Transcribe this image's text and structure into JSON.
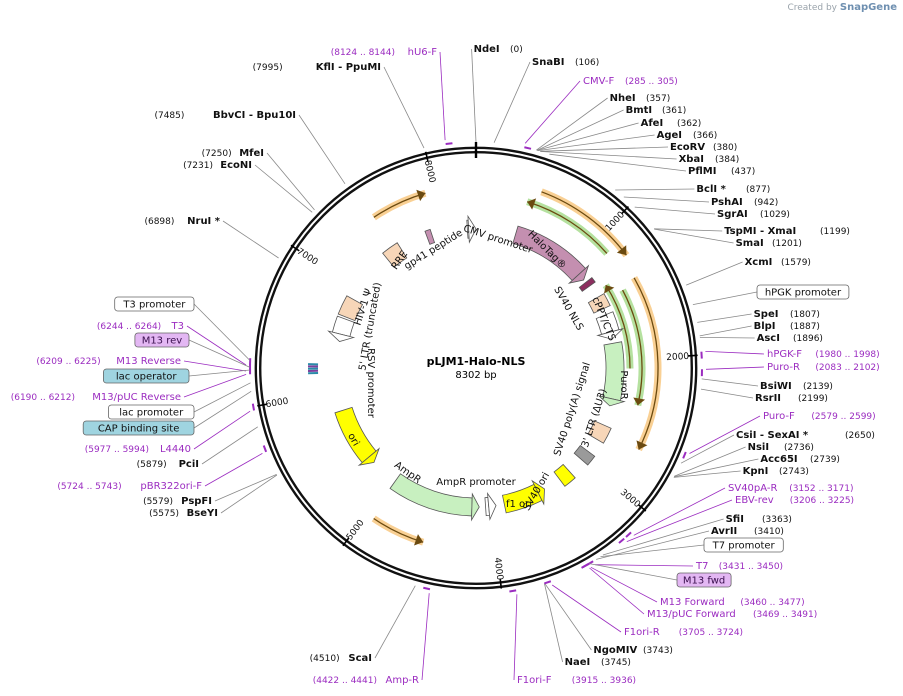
{
  "credit": {
    "prefix": "Created by",
    "brand": "SnapGene"
  },
  "plasmid": {
    "name": "pLJM1-Halo-NLS",
    "size_label": "8302 bp",
    "length": 8302
  },
  "colors": {
    "enzyme": "#111111",
    "primer": "#9b2cc0",
    "leader": "#888888",
    "backbone": "#111111",
    "orange_arrow": "#f4a93c",
    "green_arrow": "#78c850"
  },
  "ticks": [
    "1000",
    "2000",
    "3000",
    "4000",
    "5000",
    "6000",
    "7000",
    "8000"
  ],
  "enzymes": [
    {
      "label": "NdeI",
      "pos": "(0)"
    },
    {
      "label": "SnaBI",
      "pos": "(106)"
    },
    {
      "label": "NheI",
      "pos": "(357)"
    },
    {
      "label": "BmtI",
      "pos": "(361)"
    },
    {
      "label": "AfeI",
      "pos": "(362)"
    },
    {
      "label": "AgeI",
      "pos": "(366)"
    },
    {
      "label": "EcoRV",
      "pos": "(380)"
    },
    {
      "label": "XbaI",
      "pos": "(384)"
    },
    {
      "label": "PflMI",
      "pos": "(437)"
    },
    {
      "label": "BclI *",
      "pos": "(877)"
    },
    {
      "label": "PshAI",
      "pos": "(942)"
    },
    {
      "label": "SgrAI",
      "pos": "(1029)"
    },
    {
      "label": "TspMI  - XmaI",
      "pos": "(1199)"
    },
    {
      "label": "SmaI",
      "pos": "(1201)"
    },
    {
      "label": "XcmI",
      "pos": "(1579)"
    },
    {
      "label": "SpeI",
      "pos": "(1807)"
    },
    {
      "label": "BlpI",
      "pos": "(1887)"
    },
    {
      "label": "AscI",
      "pos": "(1896)"
    },
    {
      "label": "BsiWI",
      "pos": "(2139)"
    },
    {
      "label": "RsrII",
      "pos": "(2199)"
    },
    {
      "label": "CsiI  - SexAI *",
      "pos": "(2650)"
    },
    {
      "label": "NsiI",
      "pos": "(2736)"
    },
    {
      "label": "Acc65I",
      "pos": "(2739)"
    },
    {
      "label": "KpnI",
      "pos": "(2743)"
    },
    {
      "label": "SfiI",
      "pos": "(3363)"
    },
    {
      "label": "AvrII",
      "pos": "(3410)"
    },
    {
      "label": "NgoMIV",
      "pos": "(3743)"
    },
    {
      "label": "NaeI",
      "pos": "(3745)"
    },
    {
      "label": "ScaI",
      "pos": "(4510)"
    },
    {
      "label": "BseYI",
      "pos": "(5575)"
    },
    {
      "label": "PspFI",
      "pos": "(5579)"
    },
    {
      "label": "PciI",
      "pos": "(5879)"
    },
    {
      "label": "NruI *",
      "pos": "(6898)"
    },
    {
      "label": "EcoNI",
      "pos": "(7231)"
    },
    {
      "label": "MfeI",
      "pos": "(7250)"
    },
    {
      "label": "BbvCI   - Bpu10I",
      "pos": "(7485)"
    },
    {
      "label": "KflI   - PpuMI",
      "pos": "(7995)"
    }
  ],
  "primers": [
    {
      "label": "hU6-F",
      "range": "(8124 .. 8144)"
    },
    {
      "label": "CMV-F",
      "range": "(285 .. 305)"
    },
    {
      "label": "hPGK-F",
      "range": "(1980 .. 1998)"
    },
    {
      "label": "Puro-R",
      "range": "(2083 .. 2102)"
    },
    {
      "label": "Puro-F",
      "range": "(2579 .. 2599)"
    },
    {
      "label": "SV40pA-R",
      "range": "(3152 .. 3171)"
    },
    {
      "label": "EBV-rev",
      "range": "(3206 .. 3225)"
    },
    {
      "label": "T7",
      "range": "(3431 .. 3450)"
    },
    {
      "label": "M13 Forward",
      "range": "(3460 .. 3477)"
    },
    {
      "label": "M13/pUC Forward",
      "range": "(3469 .. 3491)"
    },
    {
      "label": "F1ori-R",
      "range": "(3705 .. 3724)"
    },
    {
      "label": "F1ori-F",
      "range": "(3915 .. 3936)"
    },
    {
      "label": "Amp-R",
      "range": "(4422 .. 4441)"
    },
    {
      "label": "pBR322ori-F",
      "range": "(5724 .. 5743)"
    },
    {
      "label": "L4440",
      "range": "(5977 .. 5994)"
    },
    {
      "label": "M13/pUC Reverse",
      "range": "(6190 .. 6212)"
    },
    {
      "label": "M13 Reverse",
      "range": "(6209 .. 6225)"
    },
    {
      "label": "T3",
      "range": "(6244 .. 6264)"
    }
  ],
  "boxed_features": [
    {
      "label": "hPGK promoter",
      "kind": "white"
    },
    {
      "label": "T7 promoter",
      "kind": "white"
    },
    {
      "label": "M13 fwd",
      "kind": "purple"
    },
    {
      "label": "T3 promoter",
      "kind": "white"
    },
    {
      "label": "M13 rev",
      "kind": "purple"
    },
    {
      "label": "lac operator",
      "kind": "teal"
    },
    {
      "label": "lac promoter",
      "kind": "white"
    },
    {
      "label": "CAP binding site",
      "kind": "teal"
    }
  ],
  "features": [
    {
      "label": "CMV promoter"
    },
    {
      "label": "HaloTag®"
    },
    {
      "label": "SV40 NLS"
    },
    {
      "label": "cPPT/CTS"
    },
    {
      "label": "PuroR"
    },
    {
      "label": "SV40 poly(A) signal"
    },
    {
      "label": "3' LTR (ΔU3)"
    },
    {
      "label": "SV40 ori"
    },
    {
      "label": "f1 ori"
    },
    {
      "label": "AmpR promoter"
    },
    {
      "label": "AmpR"
    },
    {
      "label": "ori"
    },
    {
      "label": "RSV promoter"
    },
    {
      "label": "5' LTR (truncated)"
    },
    {
      "label": "HIV-1 Ψ"
    },
    {
      "label": "RRE"
    },
    {
      "label": "gp41 peptide"
    }
  ]
}
